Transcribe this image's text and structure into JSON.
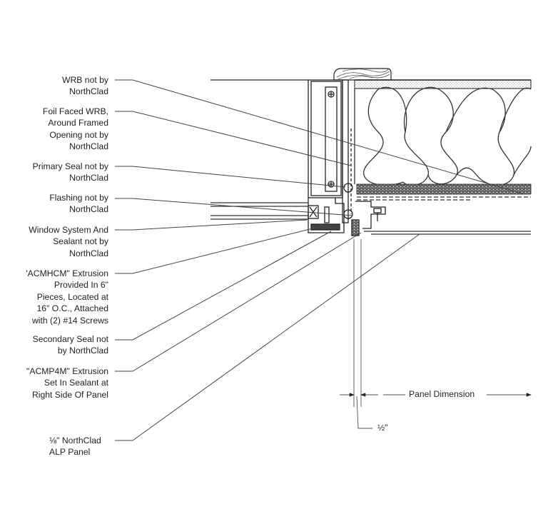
{
  "title": "Window Sill / Head Detail with NorthClad ALP Panel",
  "callouts": [
    {
      "id": "wrb",
      "lines": [
        "WRB not by",
        "NorthClad"
      ]
    },
    {
      "id": "foil-wrb",
      "lines": [
        "Foil Faced WRB,",
        "Around Framed",
        "Opening not by",
        "NorthClad"
      ]
    },
    {
      "id": "primary-seal",
      "lines": [
        "Primary Seal not by",
        "NorthClad"
      ]
    },
    {
      "id": "flashing",
      "lines": [
        "Flashing not by",
        "NorthClad"
      ]
    },
    {
      "id": "window-system",
      "lines": [
        "Window System And",
        "Sealant not by",
        "NorthClad"
      ]
    },
    {
      "id": "acmhcm",
      "lines": [
        "'ACMHCM\" Extrusion",
        "Provided In 6\"",
        "Pieces, Located at",
        "16\" O.C., Attached",
        "with (2) #14 Screws"
      ]
    },
    {
      "id": "secondary-seal",
      "lines": [
        "Secondary Seal not",
        "by NorthClad"
      ]
    },
    {
      "id": "acmp4m",
      "lines": [
        "\"ACMP4M\" Extrusion",
        "Set In Sealant at",
        "Right Side Of Panel"
      ]
    },
    {
      "id": "alp-panel",
      "lines": [
        "⅛\" NorthClad",
        "ALP Panel"
      ]
    }
  ],
  "dimensions": {
    "panel_dimension": "Panel Dimension",
    "gap": "½\""
  },
  "colors": {
    "line": "#222222",
    "leader": "#444444",
    "background": "#ffffff"
  }
}
